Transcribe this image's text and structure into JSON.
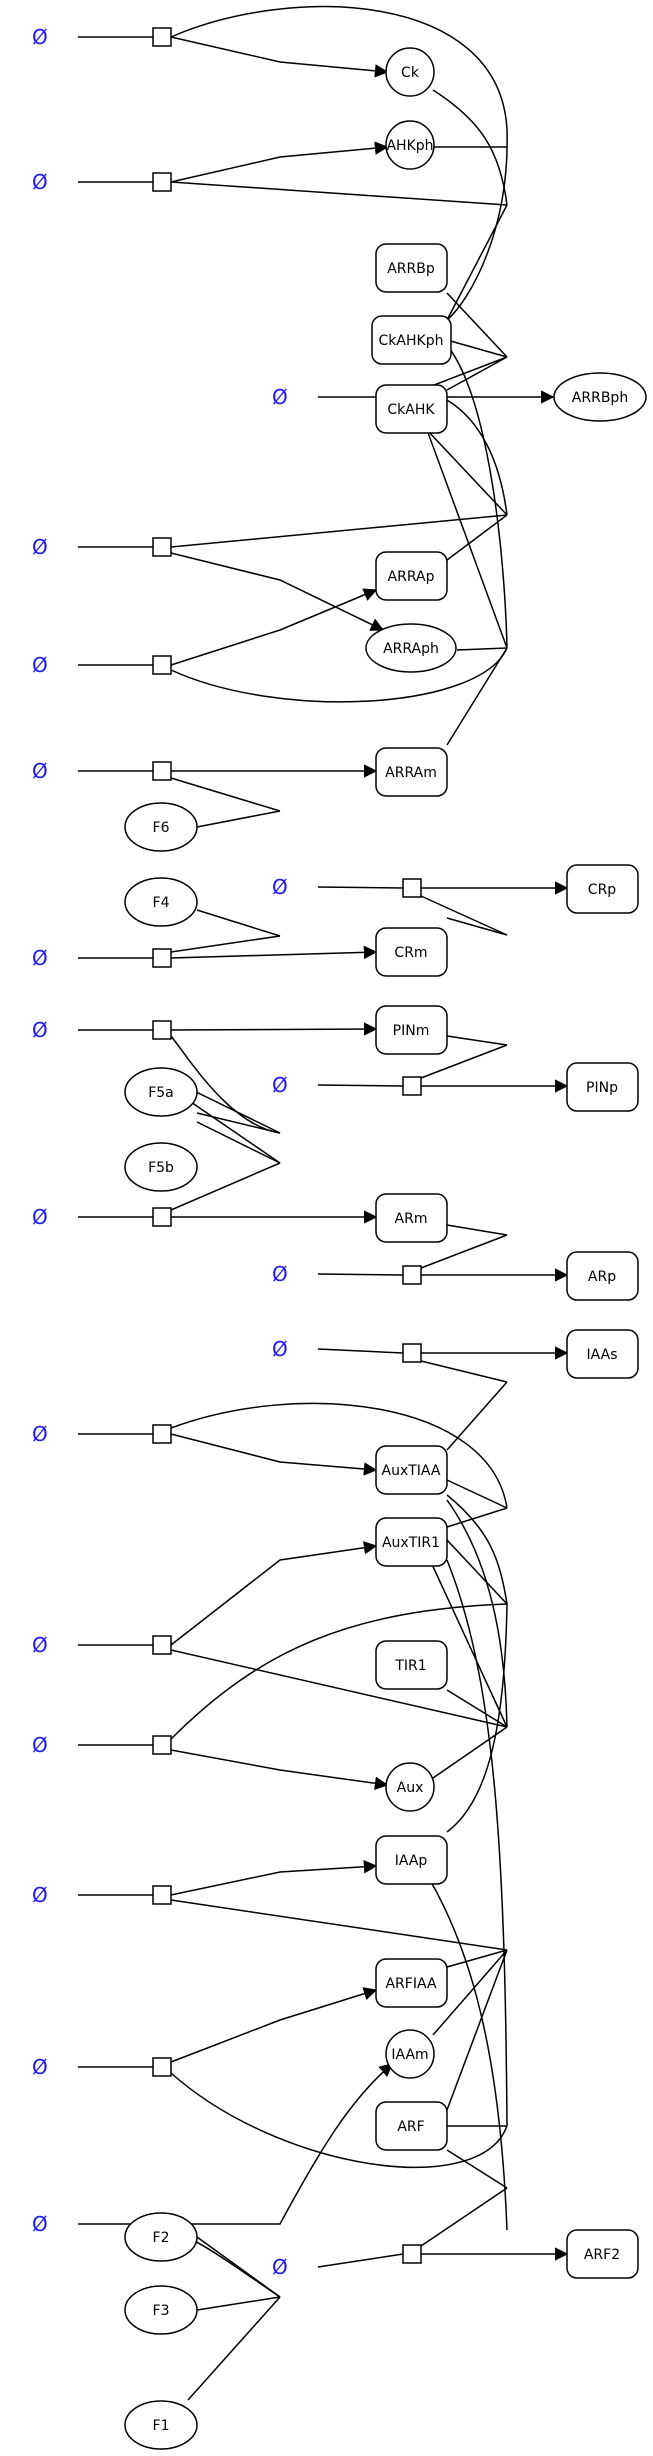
{
  "empty_set_symbol": "Ø",
  "node_labels": {
    "Ck": "Ck",
    "AHKph": "AHKph",
    "ARRBp": "ARRBp",
    "CkAHKph": "CkAHKph",
    "CkAHK": "CkAHK",
    "ARRBph": "ARRBph",
    "ARRAp": "ARRAp",
    "ARRAph": "ARRAph",
    "ARRAm": "ARRAm",
    "F6": "F6",
    "F4": "F4",
    "CRp": "CRp",
    "CRm": "CRm",
    "PINm": "PINm",
    "PINp": "PINp",
    "F5a": "F5a",
    "F5b": "F5b",
    "ARm": "ARm",
    "ARp": "ARp",
    "IAAs": "IAAs",
    "AuxTIAA": "AuxTIAA",
    "AuxTIR1": "AuxTIR1",
    "TIR1": "TIR1",
    "Aux": "Aux",
    "IAAp": "IAAp",
    "ARFIAA": "ARFIAA",
    "IAAm": "IAAm",
    "ARF": "ARF",
    "ARF2": "ARF2",
    "F2": "F2",
    "F3": "F3",
    "F1": "F1"
  }
}
